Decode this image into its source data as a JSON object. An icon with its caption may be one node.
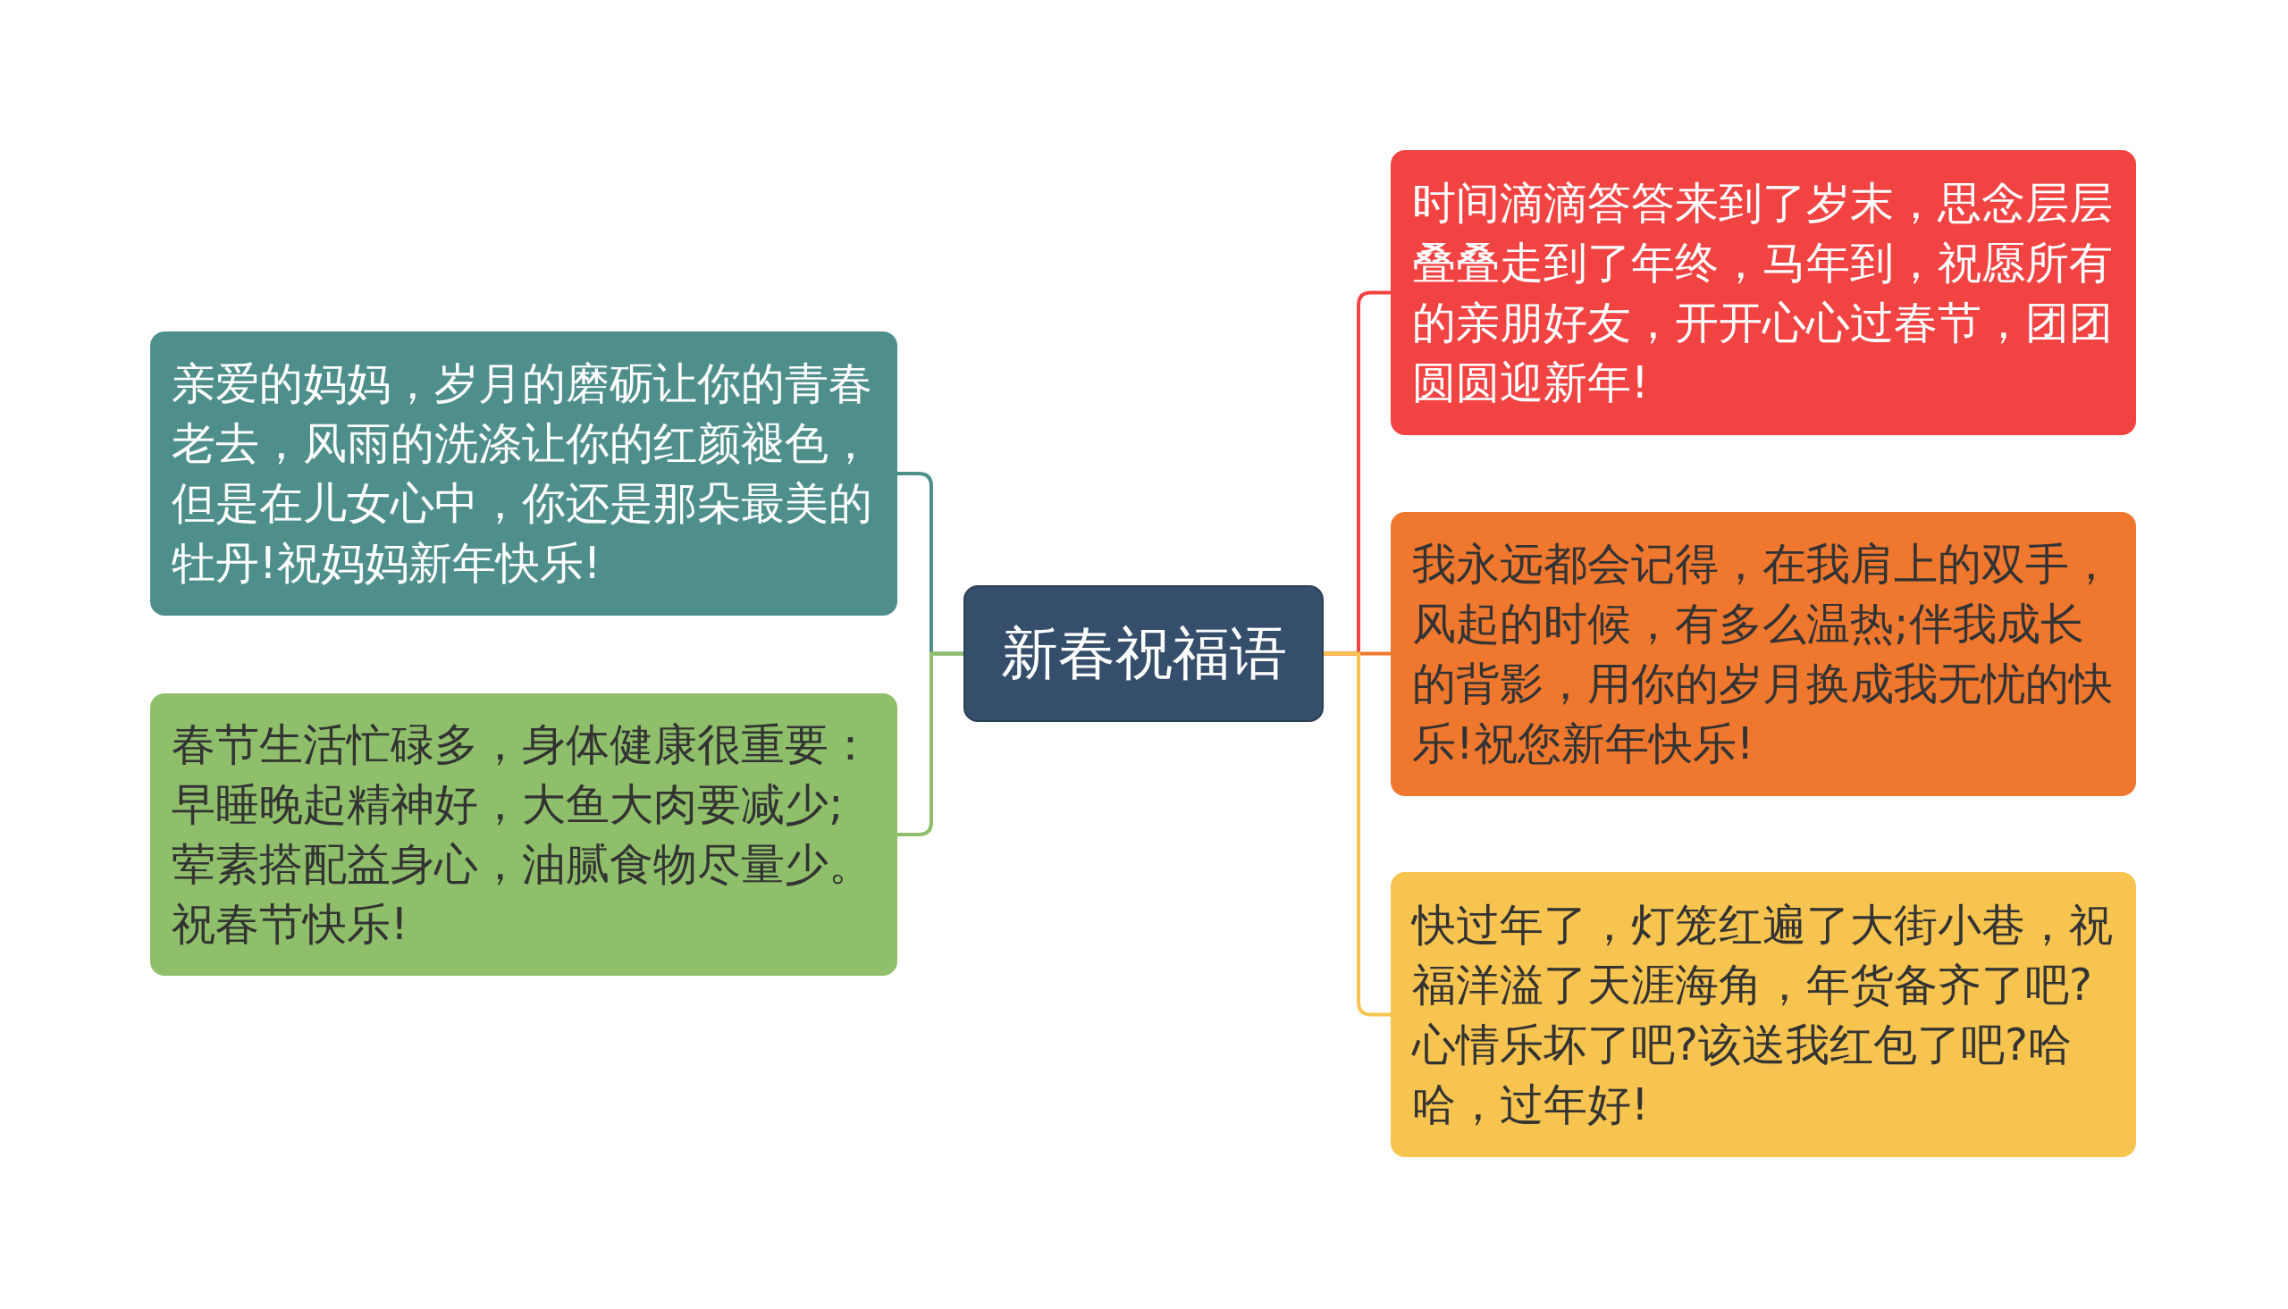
{
  "diagram": {
    "nodes": [
      {
        "text": [
          "新春祝福语"
        ]
      },
      {
        "text": [
          "亲爱的妈妈，岁月的磨砺让你的青春老去，风雨的洗涤让你的红颜褪色，但是在儿女心中，你还是那朵最美的牡丹!祝妈妈新年快乐!"
        ]
      },
      {
        "text": [
          "春节生活忙碌多，身体健康很重要：早睡晚起精神好，大鱼大肉要减少;荤素搭配益身心，油腻食物尽量少。祝春节快乐!"
        ]
      },
      {
        "text": [
          "时间滴滴答答来到了岁末，思念层层叠叠走到了年终，马年到，祝愿所有的亲朋好友，开开心心过春节，团团圆圆迎新年!"
        ]
      },
      {
        "text": [
          "我永远都会记得，在我肩上的双手，风起的时候，有多么温热;伴我成长的背影，用你的岁月换成我无忧的快乐!祝您新年快乐!"
        ]
      },
      {
        "text": [
          "快过年了，灯笼红遍了大街小巷，祝福洋溢了天涯海角，年货备齐了吧?心情乐坏了吧?该送我红包了吧?哈哈，过年好!"
        ]
      }
    ],
    "edges": [
      {
        "from": 0,
        "to": 1,
        "arrow": "none",
        "color": "#4e8f8c"
      },
      {
        "from": 0,
        "to": 2,
        "arrow": "none",
        "color": "#8fbf6a"
      },
      {
        "from": 0,
        "to": 3,
        "arrow": "none",
        "color": "#f24343"
      },
      {
        "from": 0,
        "to": 4,
        "arrow": "none",
        "color": "#f0782e"
      },
      {
        "from": 0,
        "to": 5,
        "arrow": "none",
        "color": "#f6c44f"
      }
    ]
  }
}
